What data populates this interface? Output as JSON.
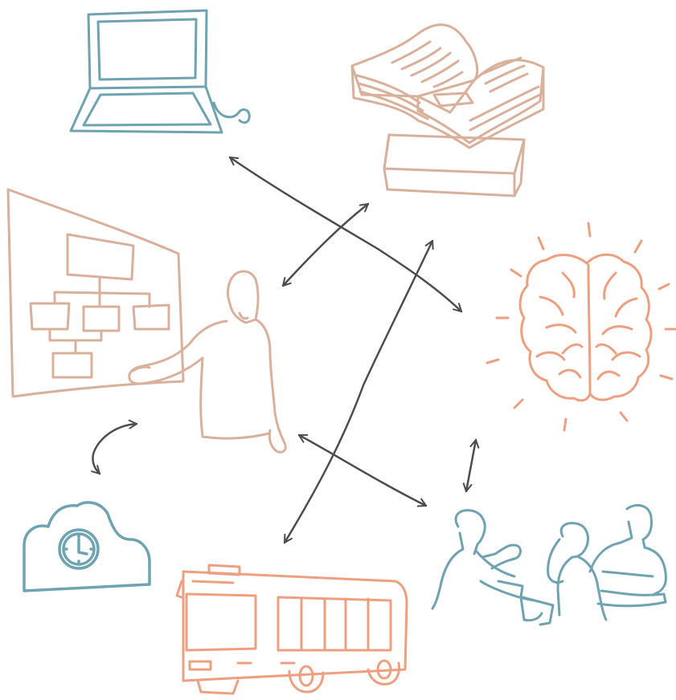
{
  "colors": {
    "blue": "#6fa3b2",
    "tan": "#d9b09b",
    "salmon": "#eda07f",
    "arrow": "#4d4d4d",
    "fill_light": "#fbf9f7"
  },
  "nodes": [
    {
      "id": "laptop",
      "icon": "laptop-icon"
    },
    {
      "id": "books",
      "icon": "open-book-icon"
    },
    {
      "id": "presenter",
      "icon": "presenter-at-whiteboard-icon"
    },
    {
      "id": "brain",
      "icon": "brain-icon"
    },
    {
      "id": "cloud-clock",
      "icon": "cloud-clock-icon"
    },
    {
      "id": "bus",
      "icon": "bus-icon"
    },
    {
      "id": "meeting",
      "icon": "group-meeting-icon"
    }
  ],
  "connections": [
    {
      "from": "laptop",
      "to": "brain",
      "directed": "both"
    },
    {
      "from": "books",
      "to": "presenter",
      "directed": "both"
    },
    {
      "from": "brain",
      "to": "bus",
      "directed": "both"
    },
    {
      "from": "presenter",
      "to": "meeting",
      "directed": "both"
    },
    {
      "from": "brain",
      "to": "meeting",
      "directed": "both"
    },
    {
      "from": "presenter",
      "to": "cloud-clock",
      "directed": "both"
    }
  ]
}
